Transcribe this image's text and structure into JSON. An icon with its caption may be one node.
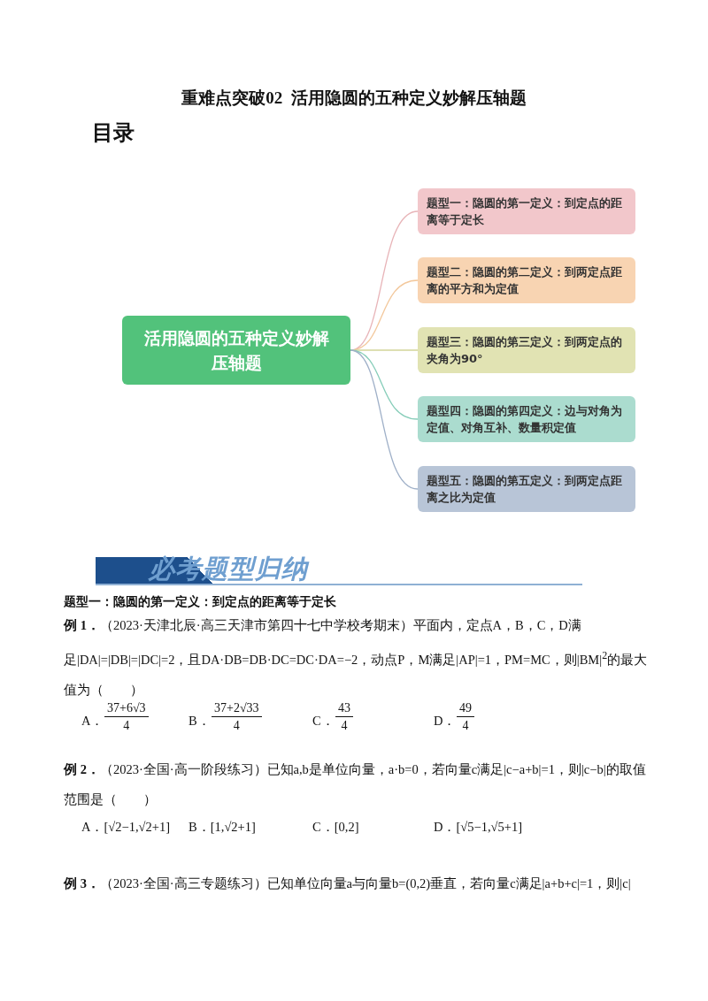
{
  "diagram": {
    "title": "重难点突破02  活用隐圆的五种定义妙解压轴题",
    "nodes": [
      {
        "text": [
          "活用隐圆的五种定义妙解压轴题"
        ]
      },
      {
        "text": [
          "题型一：隐圆的第一定义：到定点的距离等于定长"
        ]
      },
      {
        "text": [
          "题型二：隐圆的第二定义：到两定点距离的平方和为定值"
        ]
      },
      {
        "text": [
          "题型三：隐圆的第三定义：到两定点的夹角为90°"
        ]
      },
      {
        "text": [
          "题型四：隐圆的第四定义：边与对角为定值、对角互补、数量积定值"
        ]
      },
      {
        "text": [
          "题型五：隐圆的第五定义：到两定点距离之比为定值"
        ]
      }
    ],
    "edges": [
      {
        "from": 0,
        "to": 1,
        "arrow": "none",
        "color": "#e8b4b8"
      },
      {
        "from": 0,
        "to": 2,
        "arrow": "none",
        "color": "#f3c89c"
      },
      {
        "from": 0,
        "to": 3,
        "arrow": "none",
        "color": "#d2d598"
      },
      {
        "from": 0,
        "to": 4,
        "arrow": "none",
        "color": "#86cdb9"
      },
      {
        "from": 0,
        "to": 5,
        "arrow": "none",
        "color": "#9fb0c8"
      }
    ],
    "labels": [
      "目录",
      "必考题型归纳",
      "题型一：隐圆的第一定义：到定点的距离等于定长",
      "**例 1．**（2023·天津北辰·高三天津市第四十七中学校考期末）平面内，定点A，B，C，D满足|DA|=|DB|=|DC|=2，且DA·DB=DB·DC=DC·DA=−2，动点P，M满足|AP|=1，PM=MC，则|BM|$^{2}$的最大值为（　　）",
      "A．",
      "37+6√3",
      "4",
      "B．",
      "37+2√33",
      "4",
      "C．",
      "43",
      "4",
      "D．",
      "49",
      "4",
      "**例 2．**（2023·全国·高一阶段练习）已知a,b是单位向量，a·b=0，若向量c满足|c−a+b|=1，则|c−b|的取值范围是（　　）",
      "A．[√2−1,√2+1]",
      "B．[1,√2+1]",
      "C．[0,2]",
      "D．[√5−1,√5+1]",
      "**例 3．**（2023·全国·高三专题练习）已知单位向量a与向量b=(0,2)垂直，若向量c满足|a+b+c|=1，则|c|"
    ]
  }
}
